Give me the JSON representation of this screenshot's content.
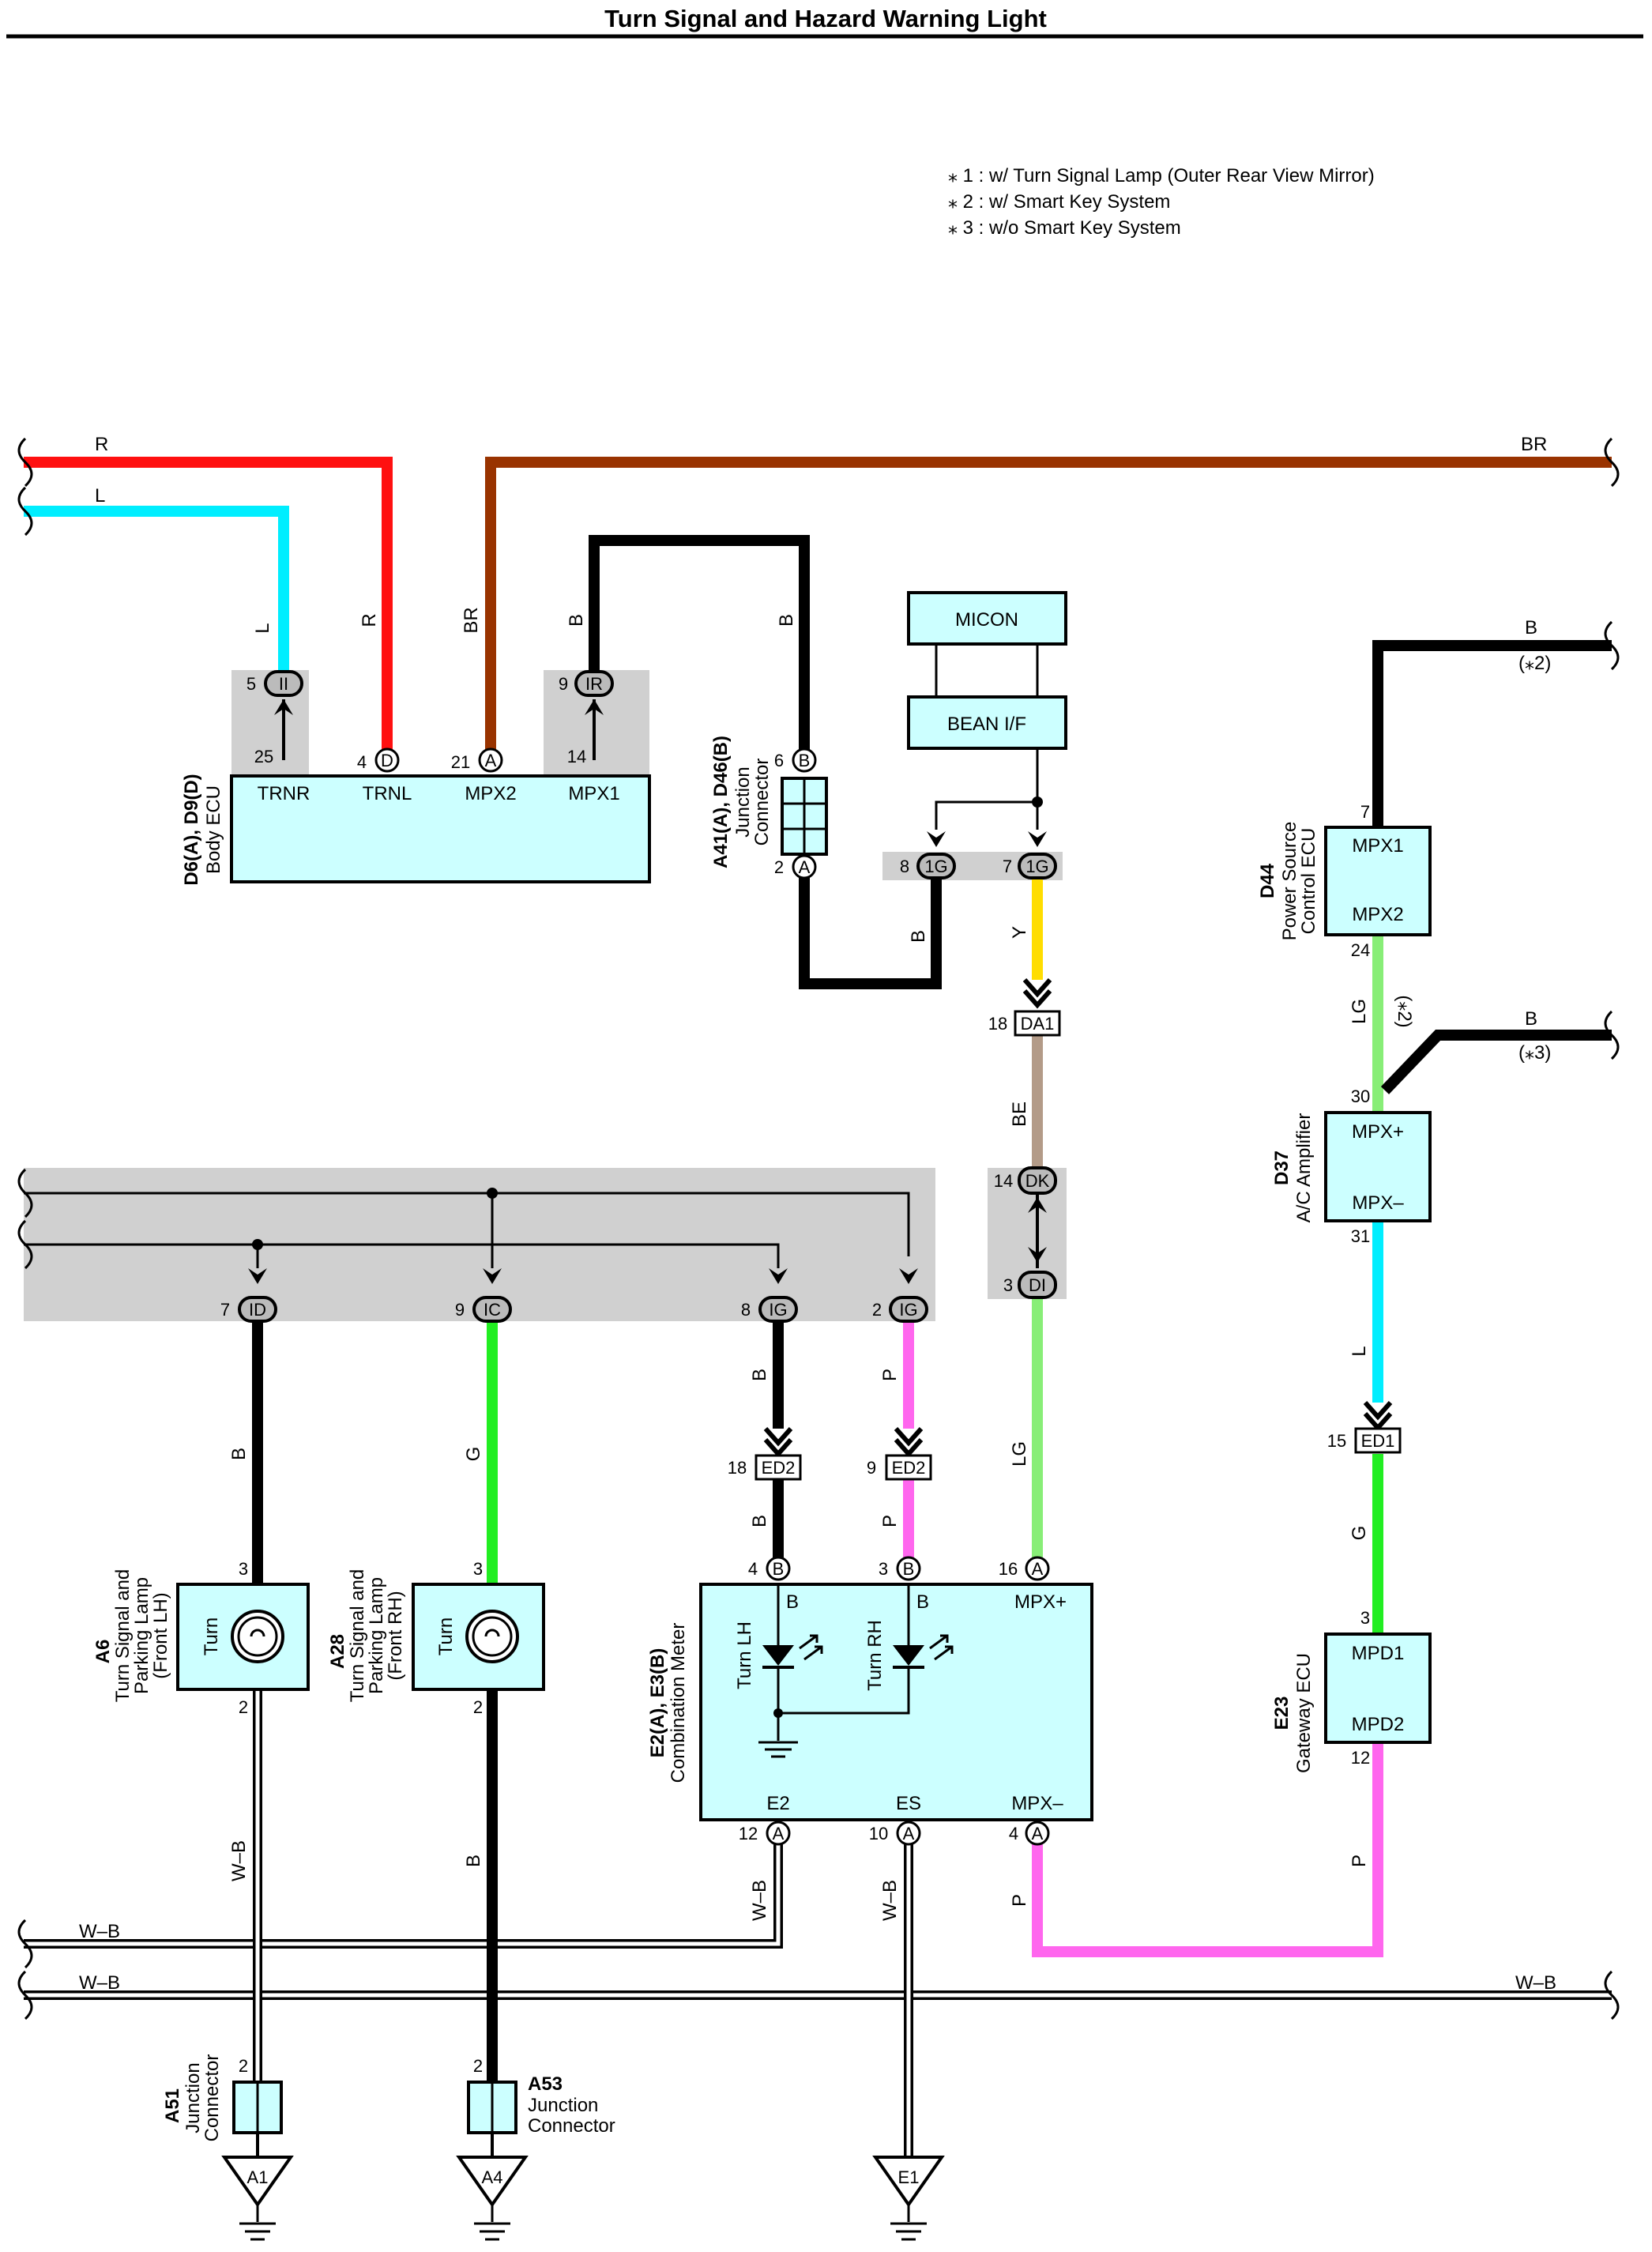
{
  "title": "Turn Signal and Hazard Warning Light",
  "notes": [
    "⁎ 1 : w/ Turn Signal Lamp (Outer Rear View Mirror)",
    "⁎ 2 : w/ Smart Key System",
    "⁎ 3 : w/o Smart Key System"
  ],
  "colors": {
    "R": "#ff1010",
    "L": "#00eeff",
    "BR": "#993300",
    "B": "#000000",
    "G": "#22ee22",
    "LG": "#88ee77",
    "P": "#ff66ee",
    "Y": "#ffdd00",
    "BE": "#b39b88",
    "box_fill": "#ccffff",
    "shade": "#d0d0d0"
  },
  "wires": {
    "R": "R",
    "L": "L",
    "BR": "BR",
    "B": "B",
    "G": "G",
    "P": "P",
    "LG": "LG",
    "Y": "Y",
    "BE": "BE",
    "WB": "W–B",
    "star2": "(⁎2)",
    "star3": "(⁎3)"
  },
  "components": {
    "body_ecu": {
      "code": "D6(A), D9(D)",
      "name": "Body ECU",
      "terminals": [
        "TRNR",
        "TRNL",
        "MPX2",
        "MPX1"
      ],
      "pins": [
        "25",
        "4",
        "21",
        "14"
      ],
      "conn": [
        "D",
        "A"
      ]
    },
    "micon": "MICON",
    "bean": "BEAN I/F",
    "jc_a41": {
      "code": "A41(A), D46(B)",
      "name_1": "Junction",
      "name_2": "Connector",
      "pins": [
        "6",
        "2"
      ],
      "conn": [
        "B",
        "A"
      ]
    },
    "power_ecu": {
      "code": "D44",
      "name_1": "Power Source",
      "name_2": "Control ECU",
      "terminals": [
        "MPX1",
        "MPX2"
      ],
      "pins": [
        "7",
        "24"
      ]
    },
    "ac_amp": {
      "code": "D37",
      "name": "A/C Amplifier",
      "terminals": [
        "MPX+",
        "MPX–"
      ],
      "pins": [
        "30",
        "31"
      ]
    },
    "gateway": {
      "code": "E23",
      "name": "Gateway ECU",
      "terminals": [
        "MPD1",
        "MPD2"
      ],
      "pins": [
        "3",
        "12"
      ]
    },
    "lamp_lh": {
      "code": "A6",
      "name_1": "Turn Signal and",
      "name_2": "Parking Lamp",
      "name_3": "(Front LH)",
      "label": "Turn",
      "pins": [
        "3",
        "2"
      ]
    },
    "lamp_rh": {
      "code": "A28",
      "name_1": "Turn Signal and",
      "name_2": "Parking Lamp",
      "name_3": "(Front RH)",
      "label": "Turn",
      "pins": [
        "3",
        "2"
      ]
    },
    "meter": {
      "code": "E2(A), E3(B)",
      "name": "Combination Meter",
      "top_labels": [
        "B",
        "B",
        "MPX+"
      ],
      "bottom_labels": [
        "E2",
        "ES",
        "MPX–"
      ],
      "lamp_labels": [
        "Turn LH",
        "Turn RH"
      ],
      "top_pins": [
        "4",
        "3",
        "16"
      ],
      "top_conn": [
        "B",
        "B",
        "A"
      ],
      "bottom_pins": [
        "12",
        "10",
        "4"
      ],
      "bottom_conn": [
        "A",
        "A",
        "A"
      ]
    },
    "jc_a51": {
      "code": "A51",
      "name_1": "Junction",
      "name_2": "Connector",
      "pin": "2"
    },
    "jc_a53": {
      "code": "A53",
      "name_1": "Junction",
      "name_2": "Connector",
      "pin": "2"
    }
  },
  "connectors": {
    "II": {
      "id": "II",
      "pin": "5"
    },
    "IR": {
      "id": "IR",
      "pin": "9"
    },
    "1G_8": {
      "id": "1G",
      "pin": "8"
    },
    "1G_7": {
      "id": "1G",
      "pin": "7"
    },
    "DA1": {
      "id": "DA1",
      "pin": "18"
    },
    "DK": {
      "id": "DK",
      "pin": "14"
    },
    "DI": {
      "id": "DI",
      "pin": "3"
    },
    "ID": {
      "id": "ID",
      "pin": "7"
    },
    "IC": {
      "id": "IC",
      "pin": "9"
    },
    "IG_8": {
      "id": "IG",
      "pin": "8"
    },
    "IG_2": {
      "id": "IG",
      "pin": "2"
    },
    "ED2_18": {
      "id": "ED2",
      "pin": "18"
    },
    "ED2_9": {
      "id": "ED2",
      "pin": "9"
    },
    "ED1": {
      "id": "ED1",
      "pin": "15"
    }
  },
  "grounds": [
    "A1",
    "A4",
    "E1"
  ]
}
